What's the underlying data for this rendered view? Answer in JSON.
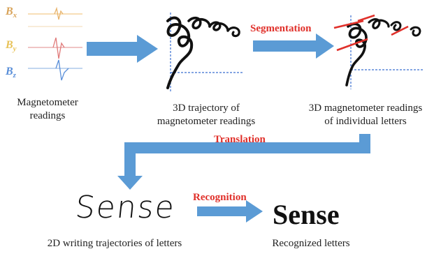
{
  "sensor": {
    "labels": [
      {
        "base": "B",
        "sub": "x",
        "color": "#d9a45a",
        "wave": "#f2c98a"
      },
      {
        "base": "B",
        "sub": "y",
        "color": "#e8c35a",
        "wave": "#e07a7a"
      },
      {
        "base": "B",
        "sub": "z",
        "color": "#5a8fd9",
        "wave": "#6a9ad8"
      }
    ],
    "caption_line1": "Magnetometer",
    "caption_line2": "readings"
  },
  "trajectory": {
    "caption_line1": "3D trajectory of",
    "caption_line2": "magnetometer readings"
  },
  "letters": {
    "caption_line1": "3D magnetometer readings",
    "caption_line2": "of individual letters"
  },
  "steps": {
    "segmentation": "Segmentation",
    "translation": "Translation",
    "recognition": "Recognition"
  },
  "output": {
    "handwritten_word": "Sense",
    "handwritten_caption": "2D writing trajectories of letters",
    "recognized_word": "Sense",
    "recognized_caption": "Recognized letters"
  },
  "colors": {
    "arrow": "#5b9bd5",
    "step_label": "#e0302a",
    "axis": "#3a6fd0",
    "ink": "#111111",
    "cut": "#e0302a"
  }
}
